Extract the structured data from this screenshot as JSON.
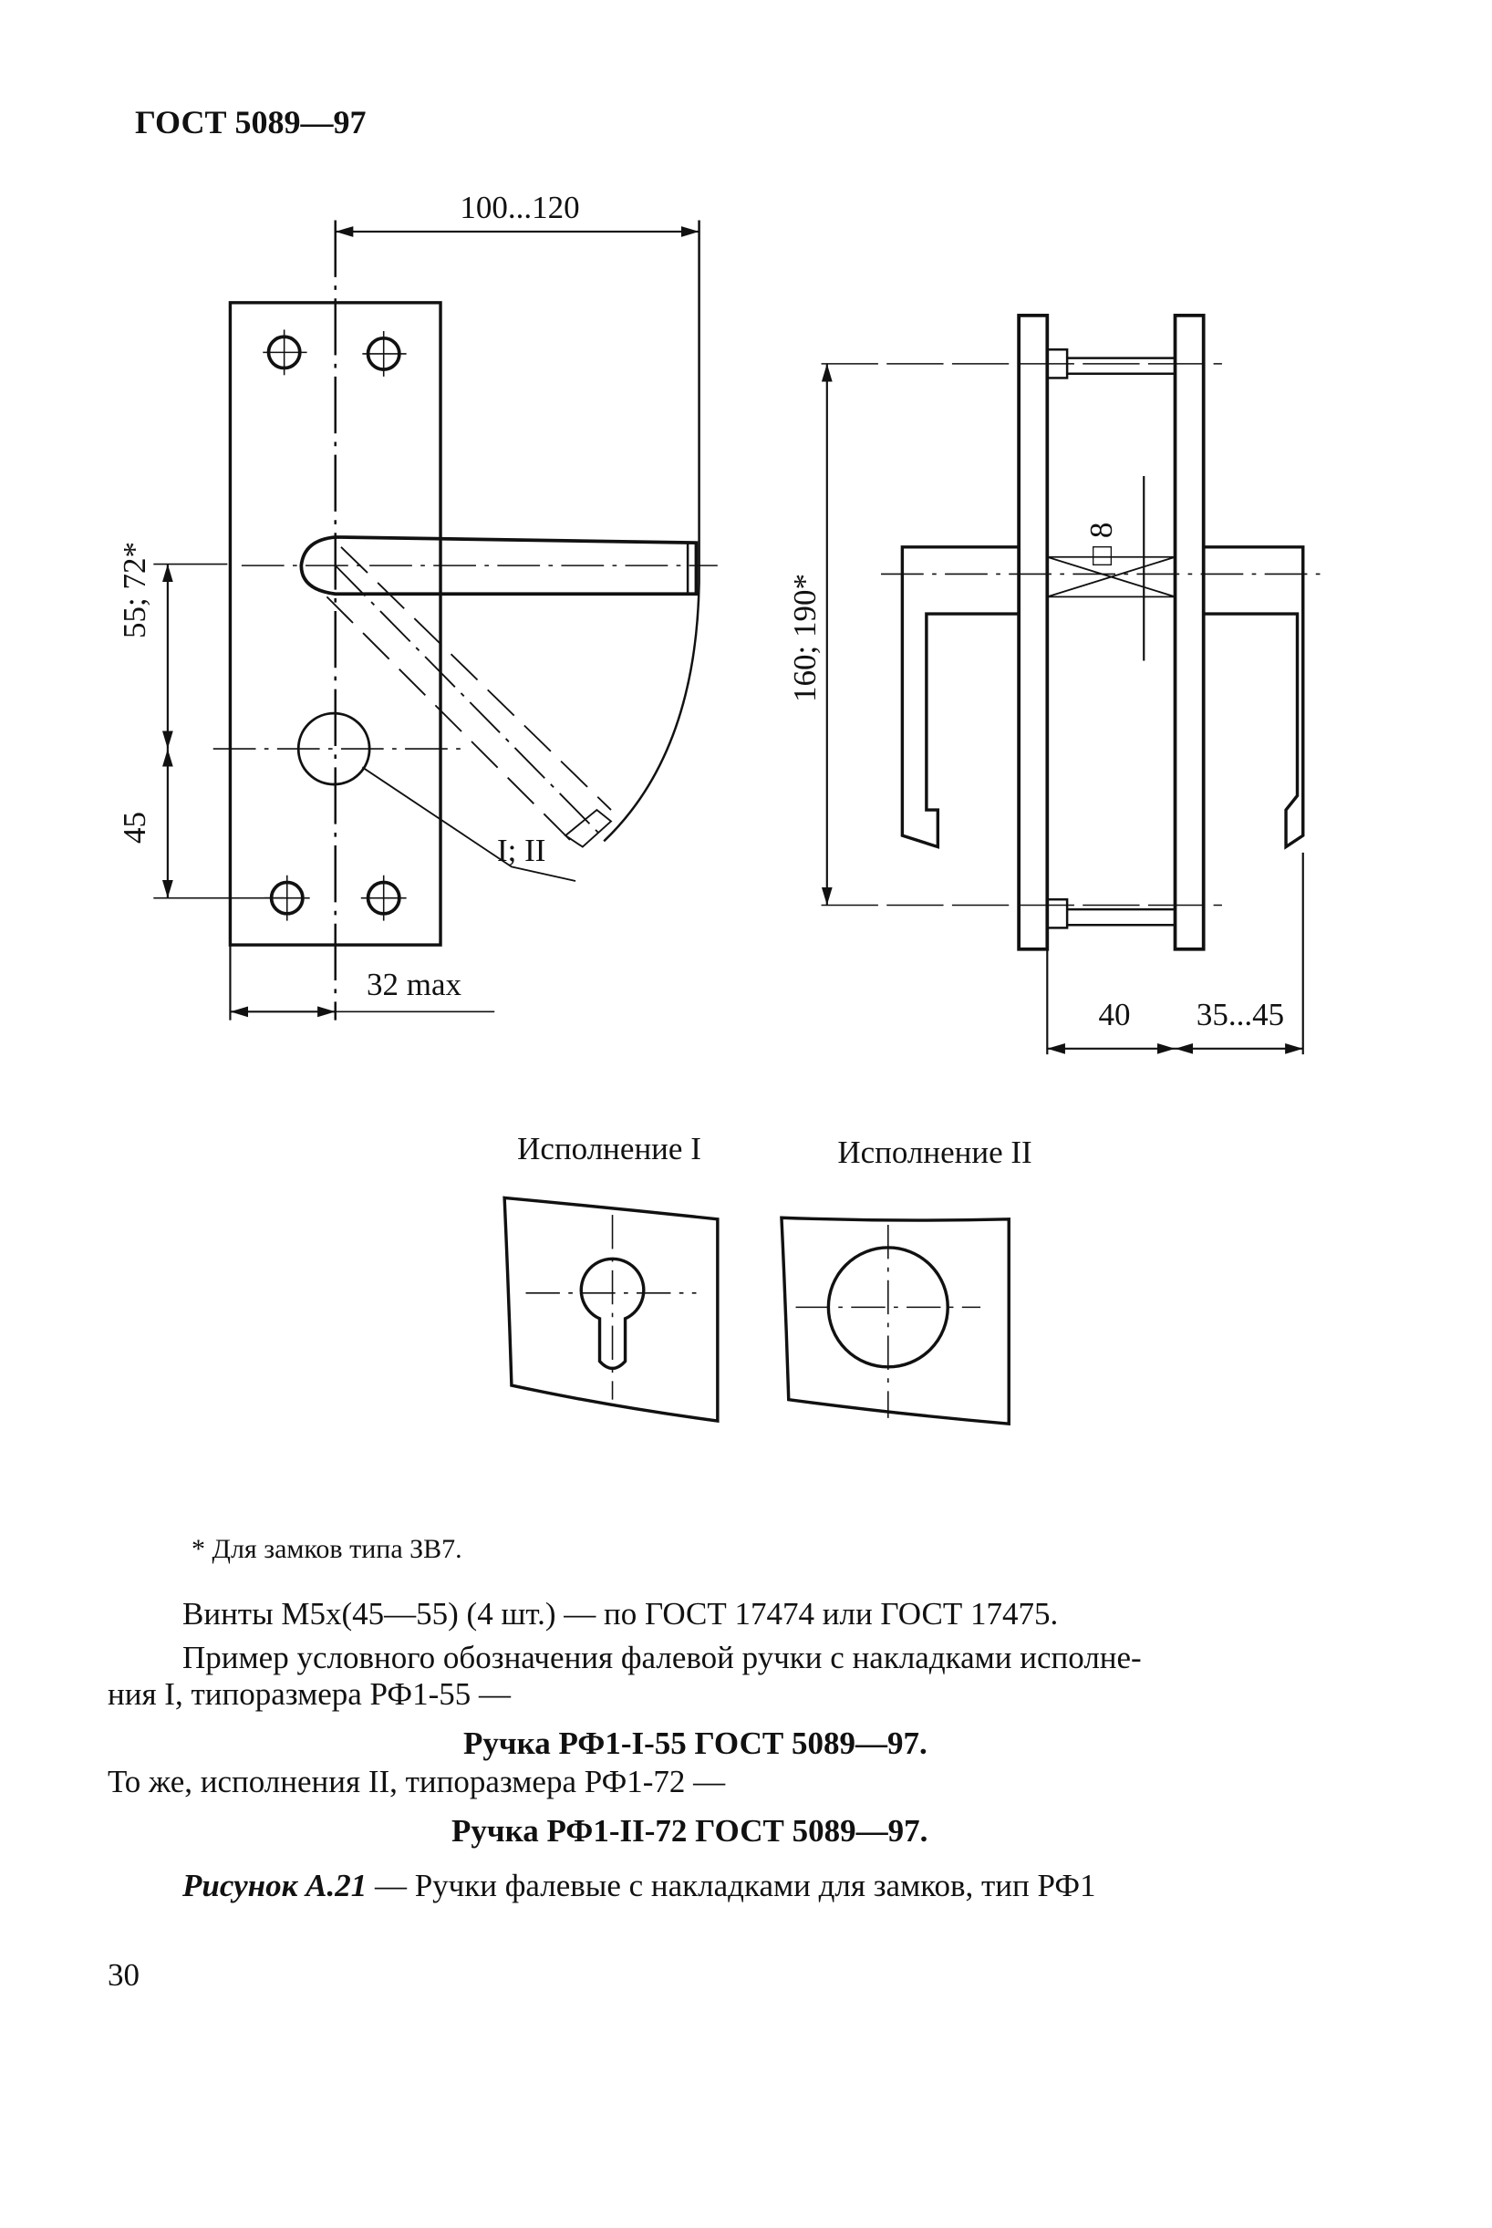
{
  "header": {
    "doc_code": "ГОСТ 5089—97"
  },
  "figure": {
    "dims": {
      "width_handle": "100...120",
      "offset_upper": "55; 72*",
      "offset_lower": "45",
      "plate_half_width": "32 max",
      "version_callout": "I; II",
      "screw_spacing": "160; 190*",
      "square_spindle": "□ 8",
      "door_thickness": "40",
      "handle_projection": "35...45"
    },
    "variants": [
      {
        "label": "Исполнение I"
      },
      {
        "label": "Исполнение II"
      }
    ]
  },
  "text": {
    "footnote": "* Для замков типа ЗВ7.",
    "screws": "Винты М5х(45—55) (4 шт.) — по ГОСТ 17474 или ГОСТ 17475.",
    "example_line1": "Пример условного обозначения фалевой ручки с накладками исполне-",
    "example_line2": "ния I, типоразмера РФ1-55 —",
    "designation1": "Ручка РФ1-I-55 ГОСТ 5089—97.",
    "same_line": "То же, исполнения II, типоразмера РФ1-72 —",
    "designation2": "Ручка РФ1-II-72 ГОСТ 5089—97.",
    "caption_label": "Рисунок А.21",
    "caption_text": " — Ручки фалевые с накладками для замков, тип РФ1"
  },
  "footer": {
    "page_number": "30"
  }
}
